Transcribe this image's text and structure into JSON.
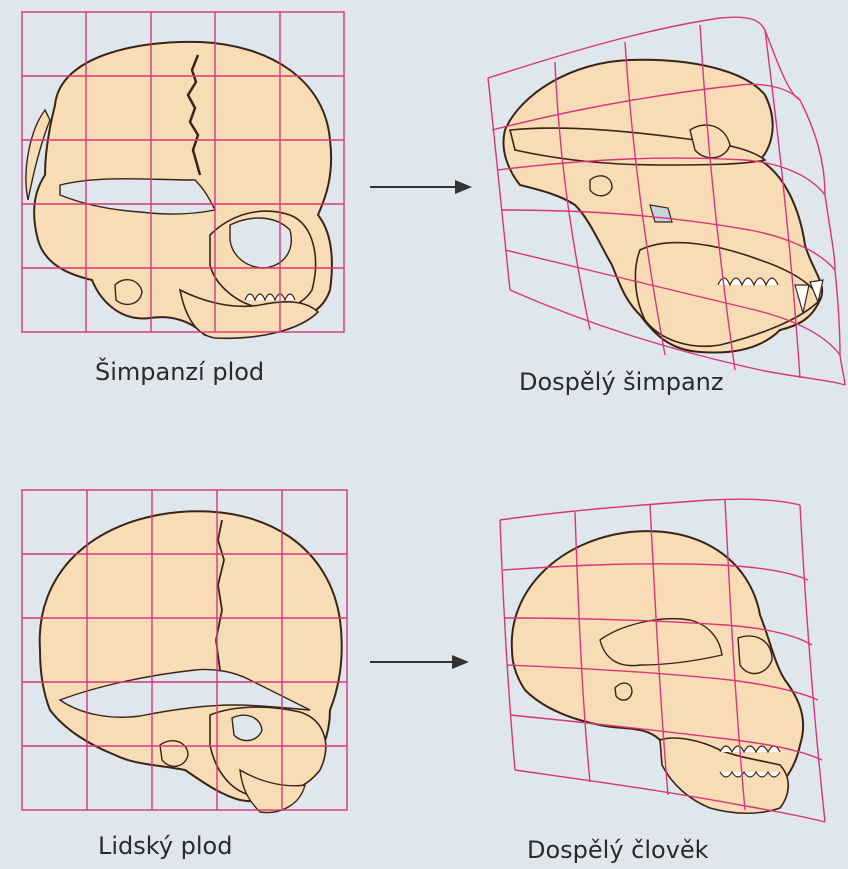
{
  "panels": [
    {
      "id": "chimp-fetus",
      "caption": "Šimpanzí plod"
    },
    {
      "id": "chimp-adult",
      "caption": "Dospělý šimpanz"
    },
    {
      "id": "human-fetus",
      "caption": "Lidský plod"
    },
    {
      "id": "human-adult",
      "caption": "Dospělý člověk"
    }
  ],
  "colors": {
    "background": "#dfe6ec",
    "bone": "#f7dcb6",
    "outline": "#3a2418",
    "grid": "#d9367a",
    "arrow": "#333333"
  }
}
